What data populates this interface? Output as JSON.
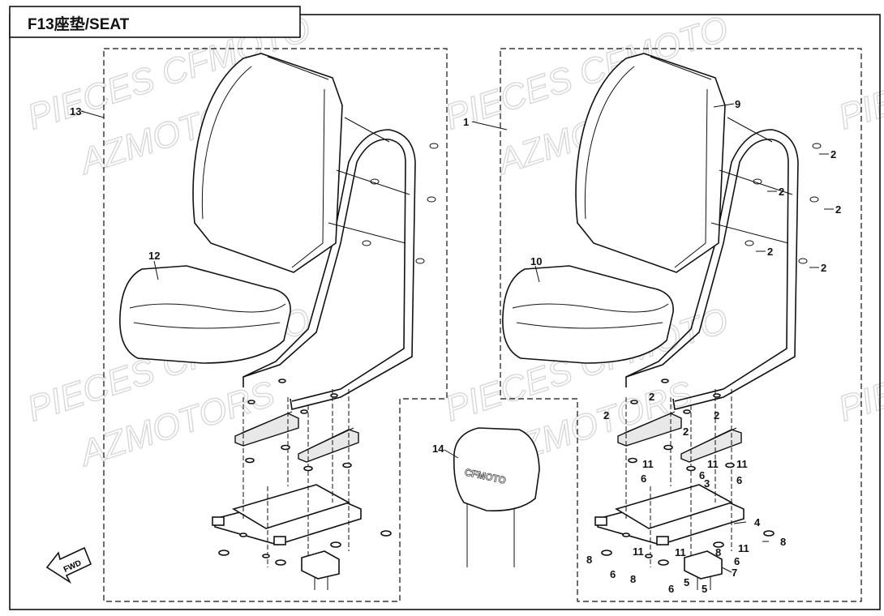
{
  "title": "F13座垫/SEAT",
  "watermark": {
    "line1": "PIECES CFMOTO",
    "line2": "AZMOTORS"
  },
  "fwd_label": "FWD",
  "headrest_logo": "CFMOTO",
  "callouts": {
    "left_assembly": "13",
    "left_cushion": "12",
    "headrest": "14",
    "right_assembly": "1",
    "right_backrest": "9",
    "right_cushion": "10",
    "bolt": "2",
    "washer": "11",
    "screw": "6",
    "nut": "3",
    "base_plate": "4",
    "rubber_foot": "8",
    "latch": "7",
    "latch_bolt": "5"
  }
}
